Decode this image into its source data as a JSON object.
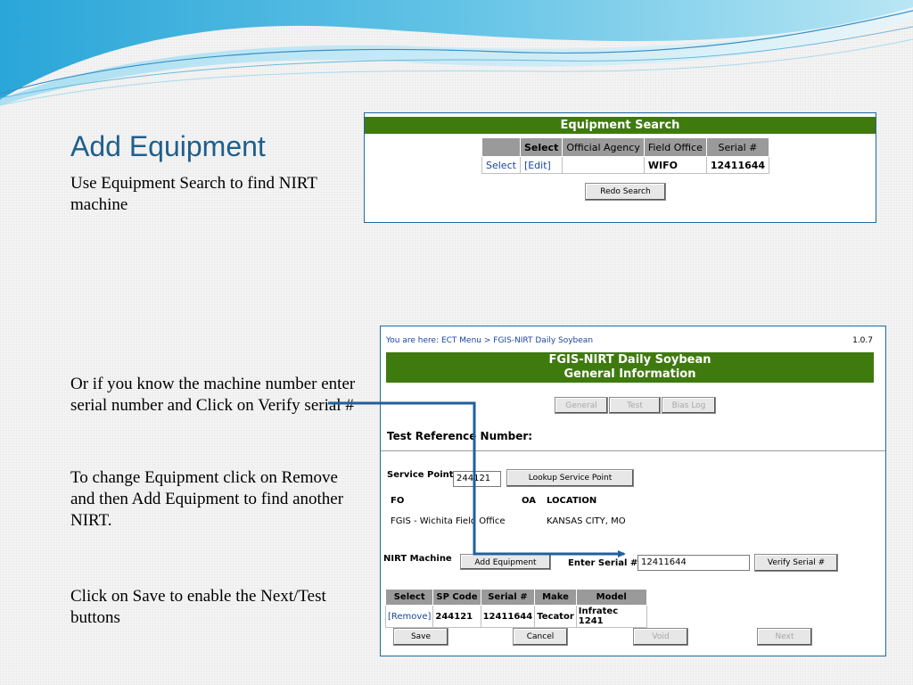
{
  "slide": {
    "title": "Add Equipment",
    "bullets": [
      "Use Equipment Search to find NIRT machine",
      "Or if you know the machine number enter serial number and Click on Verify serial #",
      "To change Equipment click on Remove and then Add Equipment to find another NIRT.",
      "Click on Save to enable the Next/Test buttons"
    ]
  },
  "equipment_search": {
    "header": "Equipment Search",
    "columns": [
      "",
      "Select",
      "Official Agency",
      "Field Office",
      "Serial #"
    ],
    "rows": [
      [
        "Select",
        "[Edit]",
        "",
        "WIFO",
        "12411644"
      ]
    ],
    "redo_button": "Redo Search"
  },
  "daily_soybean": {
    "breadcrumb": "You are here: ECT Menu > FGIS-NIRT Daily Soybean",
    "version": "1.0.7",
    "header_line1": "FGIS-NIRT Daily Soybean",
    "header_line2": "General Information",
    "tabs": [
      "General",
      "Test",
      "Bias Log"
    ],
    "test_ref_label": "Test Reference Number:",
    "service_point_label": "Service Point",
    "service_point_value": "244121",
    "lookup_button": "Lookup Service Point",
    "fo_label": "FO",
    "oa_label": "OA",
    "location_label": "LOCATION",
    "fo_value": "FGIS - Wichita Field Office",
    "location_value": "KANSAS CITY, MO",
    "nirt_label": "NIRT Machine",
    "add_equipment_button": "Add Equipment",
    "serial_label": "Enter Serial #",
    "serial_value": "12411644",
    "verify_button": "Verify Serial #",
    "equip_columns": [
      "Select",
      "SP Code",
      "Serial #",
      "Make",
      "Model"
    ],
    "equip_rows": [
      [
        "[Remove]",
        "244121",
        "12411644",
        "Tecator",
        "Infratec 1241"
      ]
    ],
    "save_button": "Save",
    "cancel_button": "Cancel",
    "void_button": "Void",
    "next_button": "Next"
  },
  "colors": {
    "title": "#1f5f8b",
    "header_green": "#3f7a0f",
    "arrow": "#1f5f9e",
    "link": "#1a46a0"
  }
}
